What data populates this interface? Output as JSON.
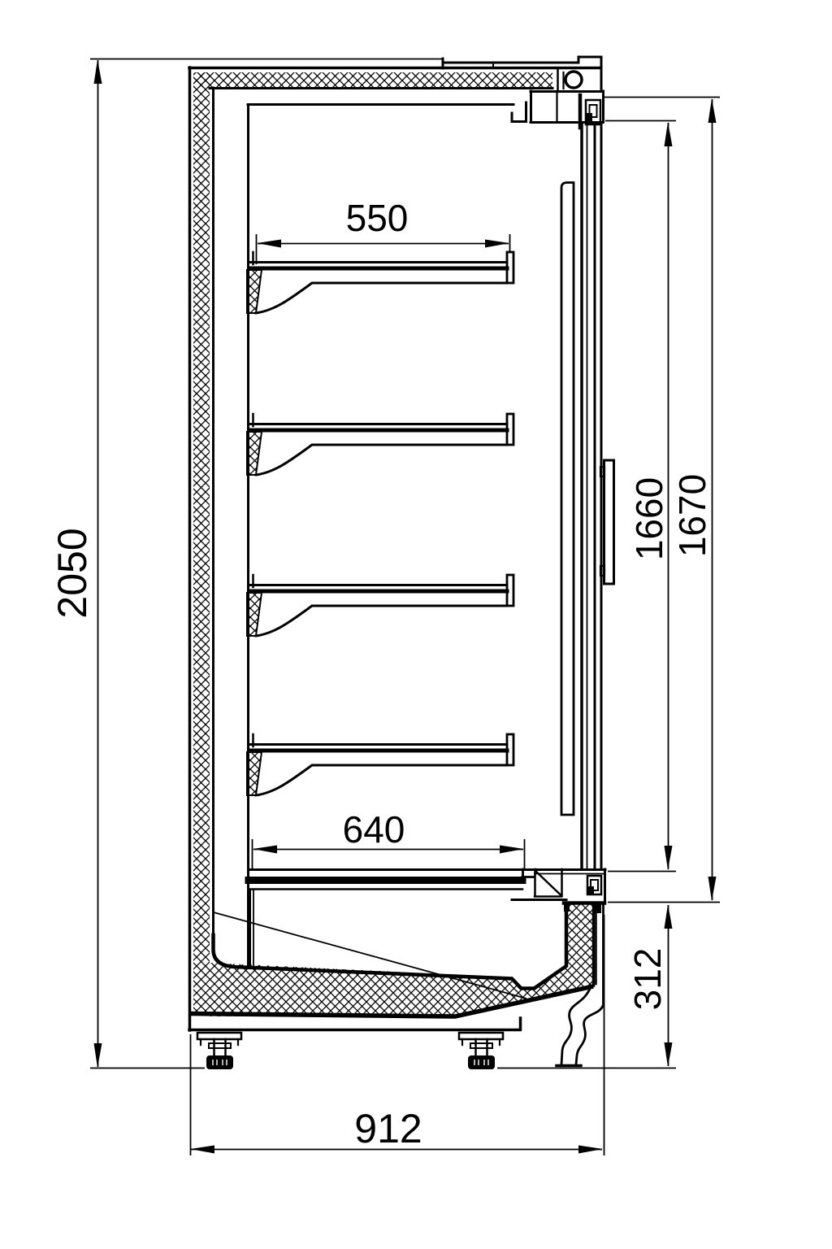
{
  "drawing": {
    "background": "#ffffff",
    "line_color": "#000000",
    "shelf_count": 4,
    "dimensions": {
      "overall_height": "2050",
      "shelf_depth": "550",
      "bottom_shelf_depth": "640",
      "door_glass_height": "1660",
      "door_height": "1670",
      "base_height": "312",
      "overall_depth": "912"
    }
  }
}
